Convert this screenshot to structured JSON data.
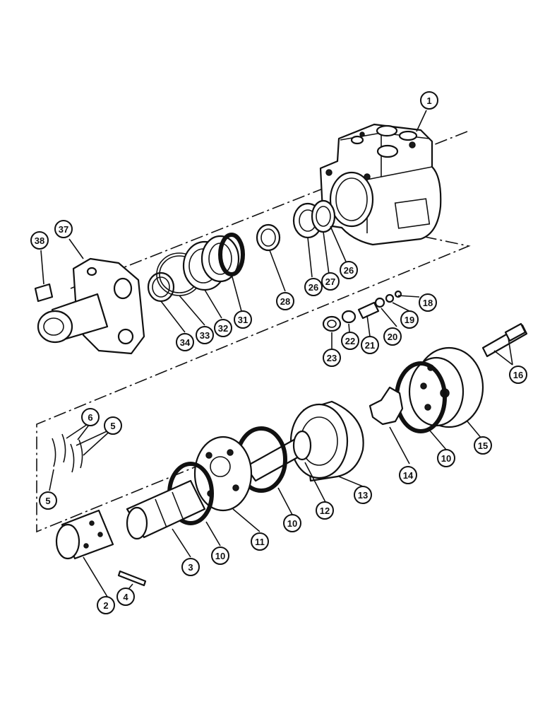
{
  "callouts": [
    {
      "id": "c1",
      "label": "1"
    },
    {
      "id": "c38",
      "label": "38"
    },
    {
      "id": "c37",
      "label": "37"
    },
    {
      "id": "c34",
      "label": "34"
    },
    {
      "id": "c33",
      "label": "33"
    },
    {
      "id": "c32",
      "label": "32"
    },
    {
      "id": "c31",
      "label": "31"
    },
    {
      "id": "c28",
      "label": "28"
    },
    {
      "id": "c26a",
      "label": "26"
    },
    {
      "id": "c27",
      "label": "27"
    },
    {
      "id": "c26b",
      "label": "26"
    },
    {
      "id": "c18",
      "label": "18"
    },
    {
      "id": "c19",
      "label": "19"
    },
    {
      "id": "c20",
      "label": "20"
    },
    {
      "id": "c21",
      "label": "21"
    },
    {
      "id": "c22",
      "label": "22"
    },
    {
      "id": "c23",
      "label": "23"
    },
    {
      "id": "c16",
      "label": "16"
    },
    {
      "id": "c6",
      "label": "6"
    },
    {
      "id": "c5a",
      "label": "5"
    },
    {
      "id": "c5b",
      "label": "5"
    },
    {
      "id": "c15",
      "label": "15"
    },
    {
      "id": "c10a",
      "label": "10"
    },
    {
      "id": "c14",
      "label": "14"
    },
    {
      "id": "c13",
      "label": "13"
    },
    {
      "id": "c12",
      "label": "12"
    },
    {
      "id": "c10b",
      "label": "10"
    },
    {
      "id": "c11",
      "label": "11"
    },
    {
      "id": "c10c",
      "label": "10"
    },
    {
      "id": "c3",
      "label": "3"
    },
    {
      "id": "c2",
      "label": "2"
    },
    {
      "id": "c4",
      "label": "4"
    }
  ]
}
